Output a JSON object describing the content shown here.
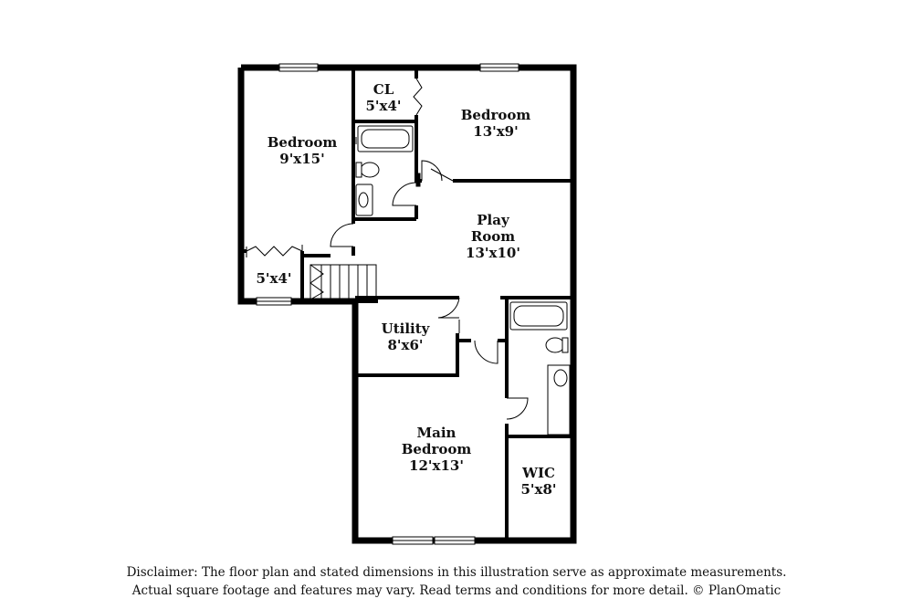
{
  "rooms": {
    "bedroom_left": {
      "name": "Bedroom",
      "size": "9'x15'"
    },
    "closet_top": {
      "name": "CL",
      "size": "5'x4'"
    },
    "bedroom_right": {
      "name": "Bedroom",
      "size": "13'x9'"
    },
    "closet_left": {
      "size": "5'x4'"
    },
    "play_room": {
      "name1": "Play",
      "name2": "Room",
      "size": "13'x10'"
    },
    "utility": {
      "name": "Utility",
      "size": "8'x6'"
    },
    "main_bedroom": {
      "name1": "Main",
      "name2": "Bedroom",
      "size": "12'x13'"
    },
    "wic": {
      "name": "WIC",
      "size": "5'x8'"
    }
  },
  "disclaimer": {
    "line1": "Disclaimer: The floor plan and stated dimensions in this illustration serve as approximate measurements.",
    "line2": "Actual square footage and features may vary. Read terms and conditions for more detail. © PlanOmatic"
  }
}
